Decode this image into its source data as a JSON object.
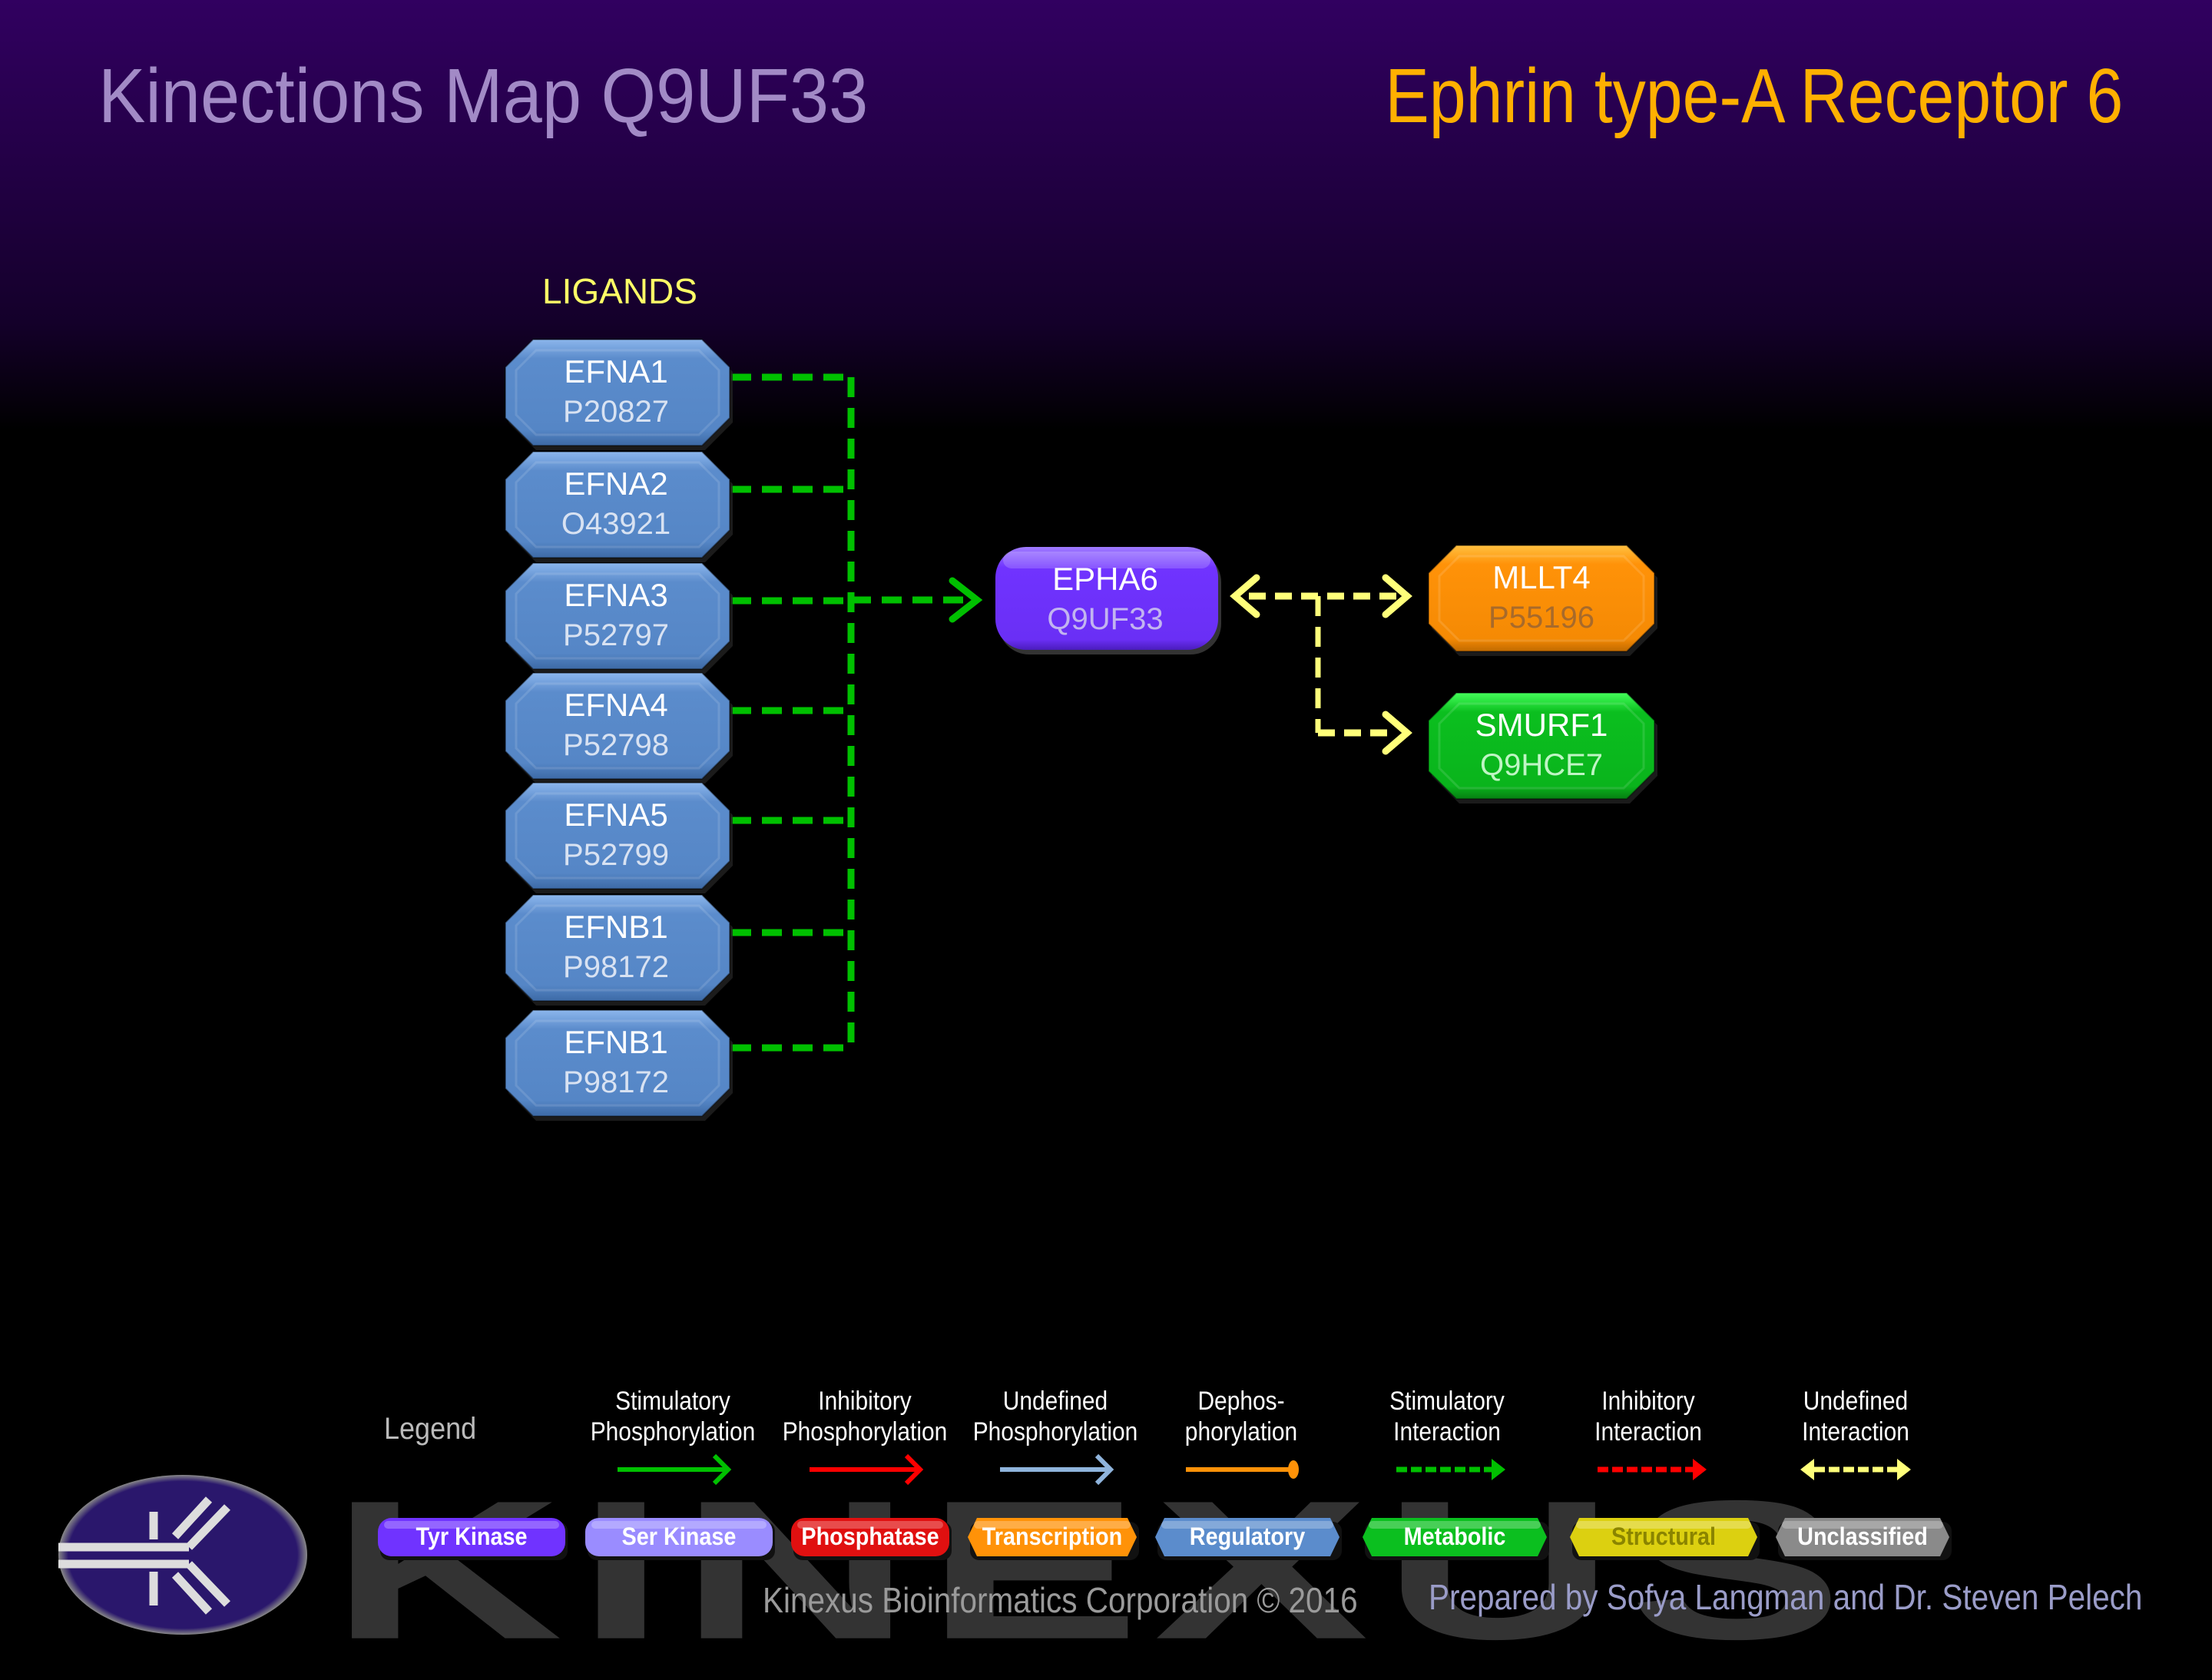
{
  "header": {
    "map_title": "Kinections Map Q9UF33",
    "protein_title": "Ephrin type-A Receptor 6"
  },
  "colors": {
    "regulatory": "#5b8ccc",
    "tyr_kinase": "#7033ff",
    "transcription": "#ff9208",
    "metabolic": "#0bbf1f",
    "stimulatory_interaction": "#00c000",
    "undefined_interaction": "#ffff7a",
    "title_left": "#a28ac6",
    "title_right": "#ffb000"
  },
  "diagram": {
    "ligands_label": "LIGANDS",
    "center": {
      "name": "EPHA6",
      "id": "Q9UF33",
      "category": "Tyr Kinase"
    },
    "ligands": [
      {
        "name": "EFNA1",
        "id": "P20827",
        "category": "Regulatory"
      },
      {
        "name": "EFNA2",
        "id": "O43921",
        "category": "Regulatory"
      },
      {
        "name": "EFNA3",
        "id": "P52797",
        "category": "Regulatory"
      },
      {
        "name": "EFNA4",
        "id": "P52798",
        "category": "Regulatory"
      },
      {
        "name": "EFNA5",
        "id": "P52799",
        "category": "Regulatory"
      },
      {
        "name": "EFNB1",
        "id": "P98172",
        "category": "Regulatory"
      },
      {
        "name": "EFNB1",
        "id": "P98172",
        "category": "Regulatory"
      }
    ],
    "partners": [
      {
        "name": "MLLT4",
        "id": "P55196",
        "category": "Transcription"
      },
      {
        "name": "SMURF1",
        "id": "Q9HCE7",
        "category": "Metabolic"
      }
    ],
    "edges": [
      {
        "from": "ligands",
        "to": "EPHA6",
        "type": "Stimulatory Interaction"
      },
      {
        "from": "EPHA6",
        "to": "MLLT4",
        "type": "Undefined Interaction"
      },
      {
        "from": "EPHA6",
        "to": "SMURF1",
        "type": "Undefined Interaction"
      }
    ]
  },
  "legend": {
    "title": "Legend",
    "arrows": [
      {
        "line1": "Stimulatory",
        "line2": "Phosphorylation",
        "color": "#00c000",
        "style": "solid-arrow"
      },
      {
        "line1": "Inhibitory",
        "line2": "Phosphorylation",
        "color": "#ff0000",
        "style": "solid-arrow"
      },
      {
        "line1": "Undefined",
        "line2": "Phosphorylation",
        "color": "#8fb4dc",
        "style": "solid-arrow"
      },
      {
        "line1": "Dephos-",
        "line2": "phorylation",
        "color": "#ff9208",
        "style": "solid-bar"
      },
      {
        "line1": "Stimulatory",
        "line2": "Interaction",
        "color": "#00c000",
        "style": "dashed-arrow"
      },
      {
        "line1": "Inhibitory",
        "line2": "Interaction",
        "color": "#ff0000",
        "style": "dashed-arrow"
      },
      {
        "line1": "Undefined",
        "line2": "Interaction",
        "color": "#ffff7a",
        "style": "dashed-double"
      }
    ],
    "categories": [
      {
        "label": "Tyr Kinase",
        "color": "#7033ff",
        "text_color": "#ffffff"
      },
      {
        "label": "Ser Kinase",
        "color": "#9a8cff",
        "text_color": "#ffffff"
      },
      {
        "label": "Phosphatase",
        "color": "#e01010",
        "text_color": "#ffffff"
      },
      {
        "label": "Transcription",
        "color": "#ff9208",
        "text_color": "#ffffff"
      },
      {
        "label": "Regulatory",
        "color": "#5b8ccc",
        "text_color": "#ffffff"
      },
      {
        "label": "Metabolic",
        "color": "#0bbf1f",
        "text_color": "#ffffff"
      },
      {
        "label": "Structural",
        "color": "#dcd010",
        "text_color": "#8a8400"
      },
      {
        "label": "Unclassified",
        "color": "#8a8a8a",
        "text_color": "#ffffff"
      }
    ]
  },
  "footer": {
    "watermark": "KINEXUS",
    "copyright": "Kinexus Bioinformatics Corporation © 2016",
    "prepared_by": "Prepared by  Sofya Langman and Dr. Steven Pelech"
  }
}
